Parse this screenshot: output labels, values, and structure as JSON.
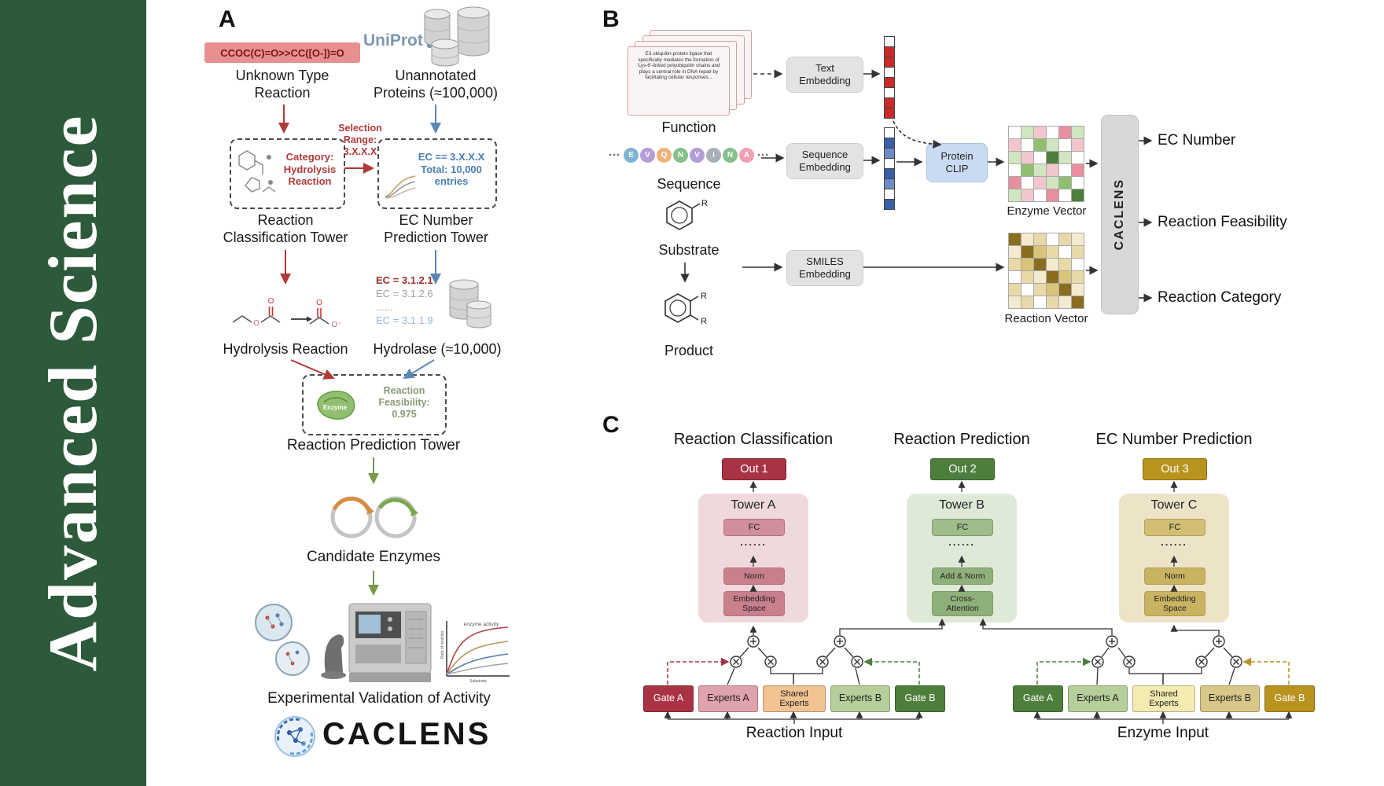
{
  "journal": {
    "name": "Advanced  Science"
  },
  "colors": {
    "banner_green": "#2d5a3a",
    "arrow_red": "#b03a3a",
    "arrow_blue": "#5b87b5",
    "arrow_green": "#7a9a4a",
    "out1_red": "#a93245",
    "out2_green": "#4e7e3c",
    "out3_gold": "#b8931e"
  },
  "panelA": {
    "label": "A",
    "smiles_reaction": "CCOC(C)=O>>CC([O-])=O",
    "unknown_reaction_label": "Unknown Type\nReaction",
    "uniprot_logo": "UniProt",
    "unannotated_label": "Unannotated\nProteins (≈100,000)",
    "selection_label": "Selection\nRange:\n3.X.X.X",
    "category_box_label": "Category:\nHydrolysis\nReaction",
    "ec_box_label": "EC == 3.X.X.X\nTotal: 10,000\nentries",
    "classification_tower_label": "Reaction\nClassification Tower",
    "ec_tower_label": "EC Number\nPrediction Tower",
    "atom_o": "O",
    "atom_o_minus": "O⁻",
    "hydrolysis_label": "Hydrolysis Reaction",
    "ec_entries": {
      "e1": "EC = 3.1.2.1",
      "e2": "EC = 3.1.2.6",
      "dots": "......",
      "e3": "EC = 3.1.1.9"
    },
    "hydrolase_label": "Hydrolase (≈10,000)",
    "enzyme_blob_label": "Enzyme",
    "feasibility_label": "Reaction\nFeasibility:\n0.975",
    "prediction_tower_label": "Reaction Prediction Tower",
    "candidate_label": "Candidate Enzymes",
    "plot": {
      "title": "enzyme activity",
      "ylabel": "Rate of reaction",
      "xlabel": "Substrate"
    },
    "validation_label": "Experimental Validation of Activity",
    "wordmark": "CACLENS"
  },
  "panelB": {
    "label": "B",
    "function_card_text": "E3 ubiquitin-protein ligase that specifically mediates the formation of 'Lys-6'-linked polyubiquitin chains and plays a central role in DNA repair by facilitating cellular responses...",
    "function_label": "Function",
    "dots_left": "···",
    "dots_right": "···",
    "sequence_letters": [
      {
        "ch": "E",
        "color": "#7fb3d5"
      },
      {
        "ch": "V",
        "color": "#b59dd6"
      },
      {
        "ch": "Q",
        "color": "#f0b27a"
      },
      {
        "ch": "N",
        "color": "#85c08a"
      },
      {
        "ch": "V",
        "color": "#b59dd6"
      },
      {
        "ch": "I",
        "color": "#a8b0ba"
      },
      {
        "ch": "N",
        "color": "#85c08a"
      },
      {
        "ch": "A",
        "color": "#f2a0b5"
      }
    ],
    "sequence_label": "Sequence",
    "text_embedding_label": "Text\nEmbedding",
    "sequence_embedding_label": "Sequence\nEmbedding",
    "smiles_embedding_label": "SMILES\nEmbedding",
    "protein_clip_label": "Protein\nCLIP",
    "text_vector_cells": [
      "#ffffff",
      "#cc2a2a",
      "#cc2a2a",
      "#ffffff",
      "#cc2a2a",
      "#ffffff",
      "#cc2a2a",
      "#cc2a2a"
    ],
    "sequence_vector_cells": [
      "#ffffff",
      "#3a5fa8",
      "#6b8cc9",
      "#ffffff",
      "#3a5fa8",
      "#6b8cc9",
      "#ffffff",
      "#3a5fa8"
    ],
    "enzyme_matrix": [
      [
        "#ffffff",
        "#cfe6c0",
        "#f3c6ce",
        "#ffffff",
        "#e78f9e",
        "#cfe6c0"
      ],
      [
        "#f3c6ce",
        "#ffffff",
        "#8fbf6f",
        "#cfe6c0",
        "#ffffff",
        "#f3c6ce"
      ],
      [
        "#cfe6c0",
        "#f3c6ce",
        "#ffffff",
        "#4e7e3c",
        "#cfe6c0",
        "#ffffff"
      ],
      [
        "#ffffff",
        "#8fbf6f",
        "#cfe6c0",
        "#f3c6ce",
        "#ffffff",
        "#e78f9e"
      ],
      [
        "#e78f9e",
        "#ffffff",
        "#f3c6ce",
        "#cfe6c0",
        "#8fbf6f",
        "#ffffff"
      ],
      [
        "#cfe6c0",
        "#f3c6ce",
        "#ffffff",
        "#e78f9e",
        "#ffffff",
        "#4e7e3c"
      ]
    ],
    "enzyme_vector_label": "Enzyme Vector",
    "substrate_label": "Substrate",
    "substituent_r": "R",
    "product_label": "Product",
    "reaction_matrix": [
      [
        "#8a6d1f",
        "#f3ead0",
        "#e8d9a8",
        "#ffffff",
        "#e8d9a8",
        "#f3ead0"
      ],
      [
        "#f3ead0",
        "#8a6d1f",
        "#d9c47a",
        "#e8d9a8",
        "#ffffff",
        "#e8d9a8"
      ],
      [
        "#e8d9a8",
        "#d9c47a",
        "#8a6d1f",
        "#f3ead0",
        "#e8d9a8",
        "#ffffff"
      ],
      [
        "#ffffff",
        "#e8d9a8",
        "#f3ead0",
        "#8a6d1f",
        "#d9c47a",
        "#e8d9a8"
      ],
      [
        "#e8d9a8",
        "#ffffff",
        "#e8d9a8",
        "#d9c47a",
        "#8a6d1f",
        "#f3ead0"
      ],
      [
        "#f3ead0",
        "#e8d9a8",
        "#ffffff",
        "#e8d9a8",
        "#f3ead0",
        "#8a6d1f"
      ]
    ],
    "reaction_vector_label": "Reaction Vector",
    "caclens_bar_label": "CACLENS",
    "outputs": {
      "ec": "EC Number",
      "feasibility": "Reaction Feasibility",
      "category": "Reaction Category"
    }
  },
  "panelC": {
    "label": "C",
    "columns": [
      {
        "title": "Reaction Classification",
        "out": "Out 1",
        "tower": "Tower A",
        "fc": "FC",
        "dots": "......",
        "norm": "Norm",
        "base": "Embedding\nSpace"
      },
      {
        "title": "Reaction Prediction",
        "out": "Out 2",
        "tower": "Tower B",
        "fc": "FC",
        "dots": "......",
        "norm": "Add & Norm",
        "base": "Cross-\nAttention"
      },
      {
        "title": "EC Number Prediction",
        "out": "Out 3",
        "tower": "Tower C",
        "fc": "FC",
        "dots": "......",
        "norm": "Norm",
        "base": "Embedding\nSpace"
      }
    ],
    "left_group": {
      "gate_a": "Gate A",
      "experts_a": "Experts A",
      "shared": "Shared\nExperts",
      "experts_b": "Experts B",
      "gate_b": "Gate B",
      "input": "Reaction Input"
    },
    "right_group": {
      "gate_a": "Gate A",
      "experts_a": "Experts A",
      "shared": "Shared\nExperts",
      "experts_b": "Experts B",
      "gate_b": "Gate B",
      "input": "Enzyme Input"
    }
  }
}
